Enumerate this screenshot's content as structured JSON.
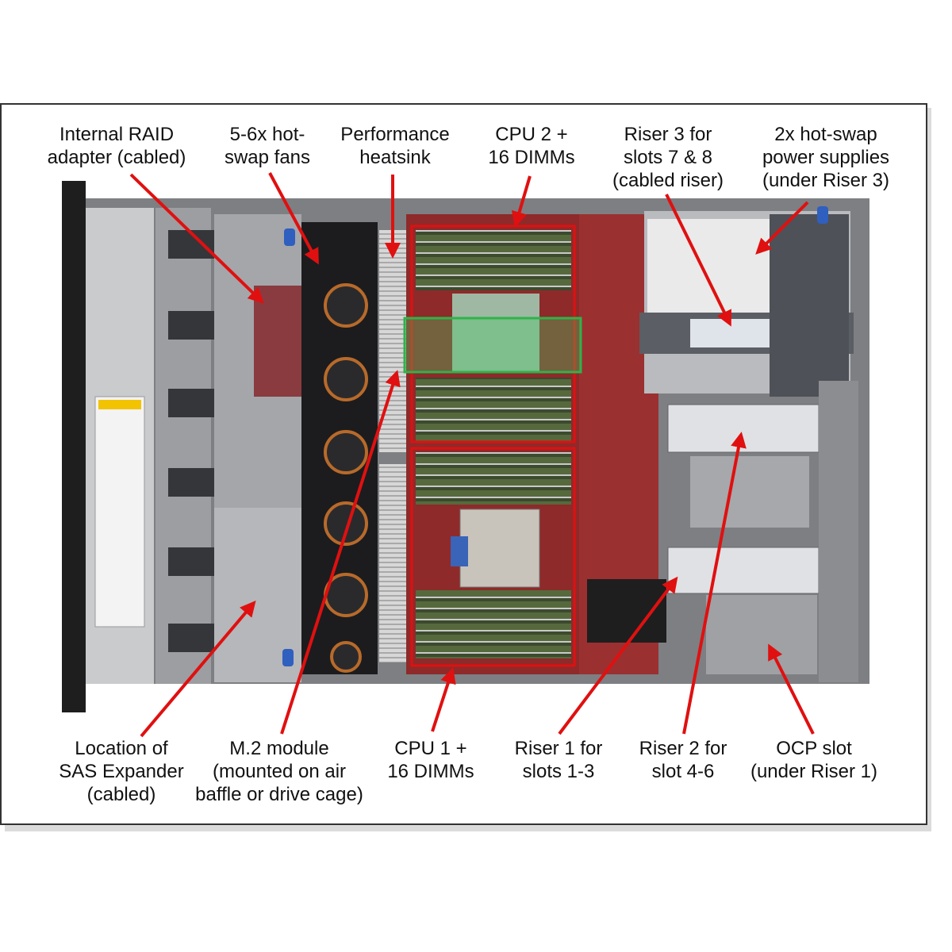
{
  "labels": {
    "raid": [
      "Internal RAID",
      "adapter (cabled)"
    ],
    "fans": [
      "5-6x hot-",
      "swap fans"
    ],
    "heatsink": [
      "Performance",
      "heatsink"
    ],
    "cpu2": [
      "CPU 2 +",
      "16 DIMMs"
    ],
    "riser3": [
      "Riser 3 for",
      "slots 7 & 8",
      "(cabled riser)"
    ],
    "psu": [
      "2x hot-swap",
      "power supplies",
      "(under Riser 3)"
    ],
    "sas": [
      "Location of",
      "SAS Expander",
      "(cabled)"
    ],
    "m2": [
      "M.2 module",
      "(mounted on air",
      "baffle or drive cage)"
    ],
    "cpu1": [
      "CPU 1 +",
      "16 DIMMs"
    ],
    "riser1": [
      "Riser 1 for",
      "slots 1-3"
    ],
    "riser2": [
      "Riser 2 for",
      "slot 4-6"
    ],
    "ocp": [
      "OCP slot",
      "(under Riser 1)"
    ]
  },
  "colors": {
    "arrow": "#e01010",
    "highlight_red": "#e01010",
    "highlight_green": "#2fb34a",
    "chassis": "#6d6f73",
    "board": "#8e2a2a"
  }
}
